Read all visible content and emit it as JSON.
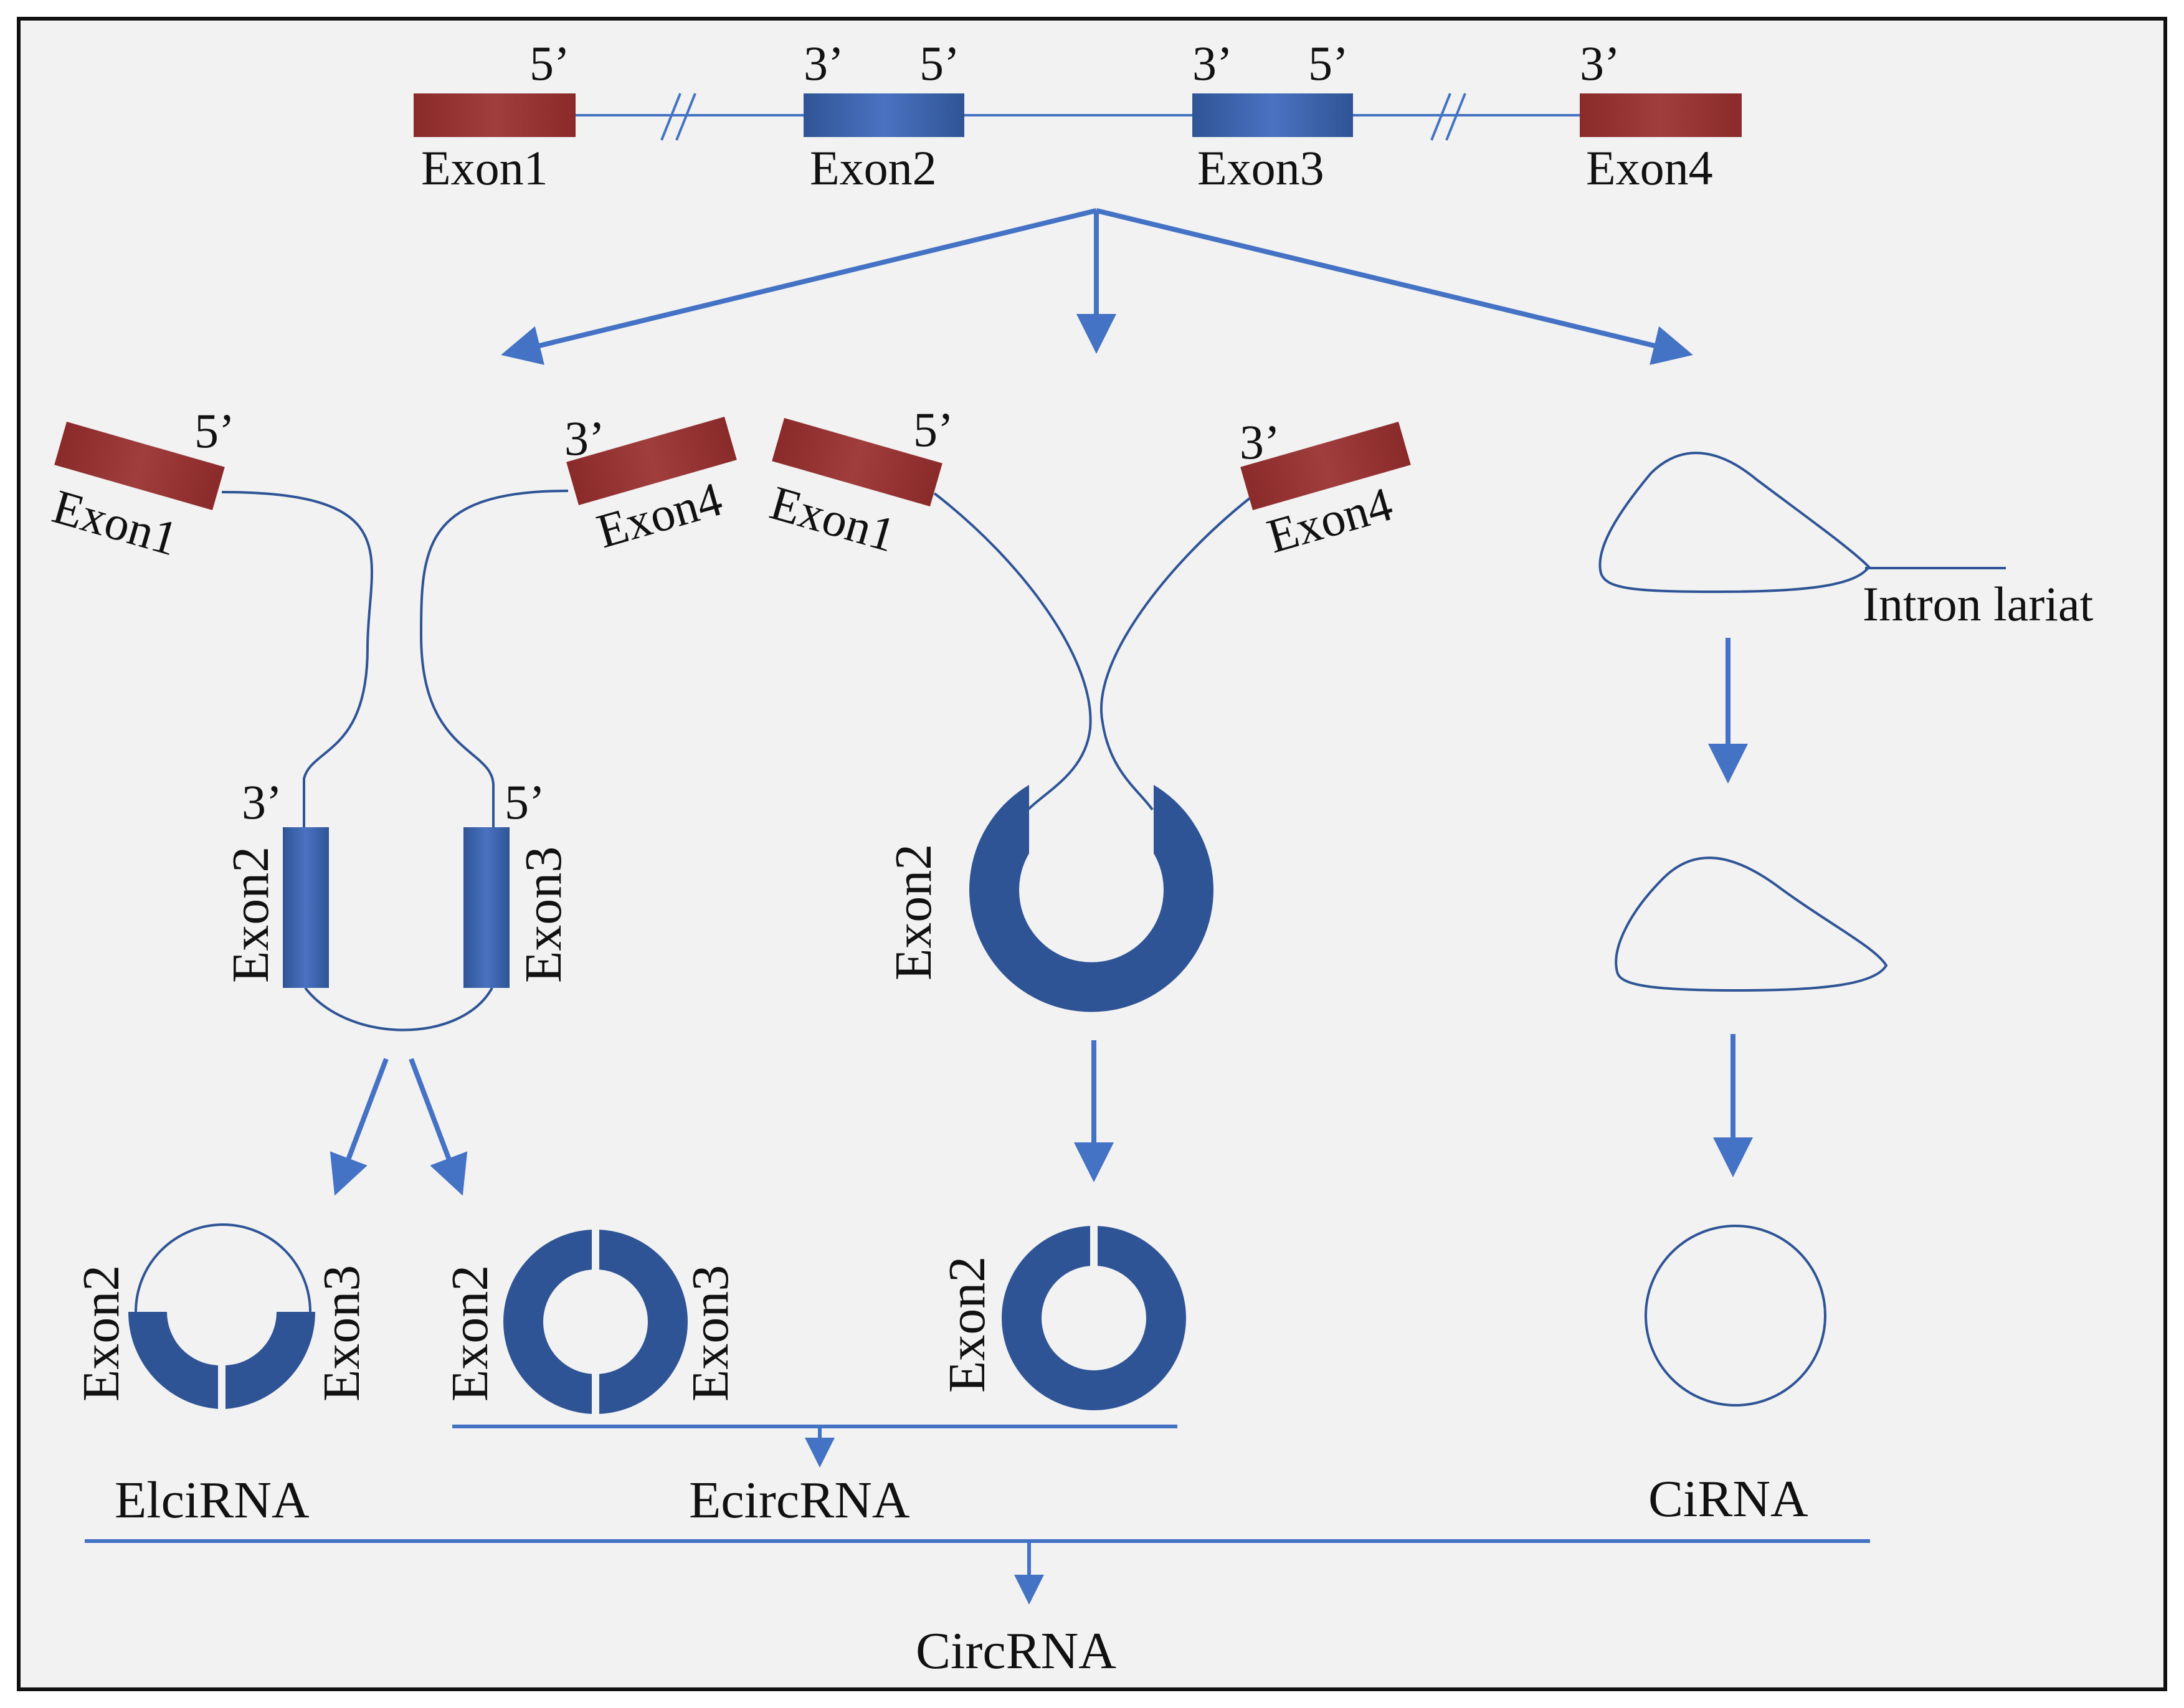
{
  "colors": {
    "background": "#f2f2f2",
    "border": "#111111",
    "exon_red": "#8b2a2a",
    "exon_red_light": "#a84848",
    "exon_blue": "#2f5496",
    "exon_blue_light": "#4a72c0",
    "line_blue": "#4472c4"
  },
  "primes": {
    "five": "5’",
    "three": "3’"
  },
  "pre_mrna": {
    "exons": [
      "Exon1",
      "Exon2",
      "Exon3",
      "Exon4"
    ]
  },
  "pathways": {
    "elcirna": {
      "exon_left": "Exon2",
      "exon_right": "Exon3",
      "exon_top_left": "Exon1",
      "exon_top_right": "Exon4"
    },
    "ecircrna": {
      "exon_top_left": "Exon1",
      "exon_top_right": "Exon4",
      "exon_ring": "Exon2"
    },
    "cirna": {
      "lariat_label": "Intron lariat"
    }
  },
  "products": {
    "elcirna_exon_left": "Exon2",
    "elcirna_exon_right": "Exon3",
    "ecirc_two_exon_left": "Exon2",
    "ecirc_two_exon_right": "Exon3",
    "ecirc_single_exon": "Exon2"
  },
  "classes": {
    "elcirna": "ElciRNA",
    "ecircrna": "EcircRNA",
    "cirna": "CiRNA",
    "circrna": "CircRNA"
  }
}
